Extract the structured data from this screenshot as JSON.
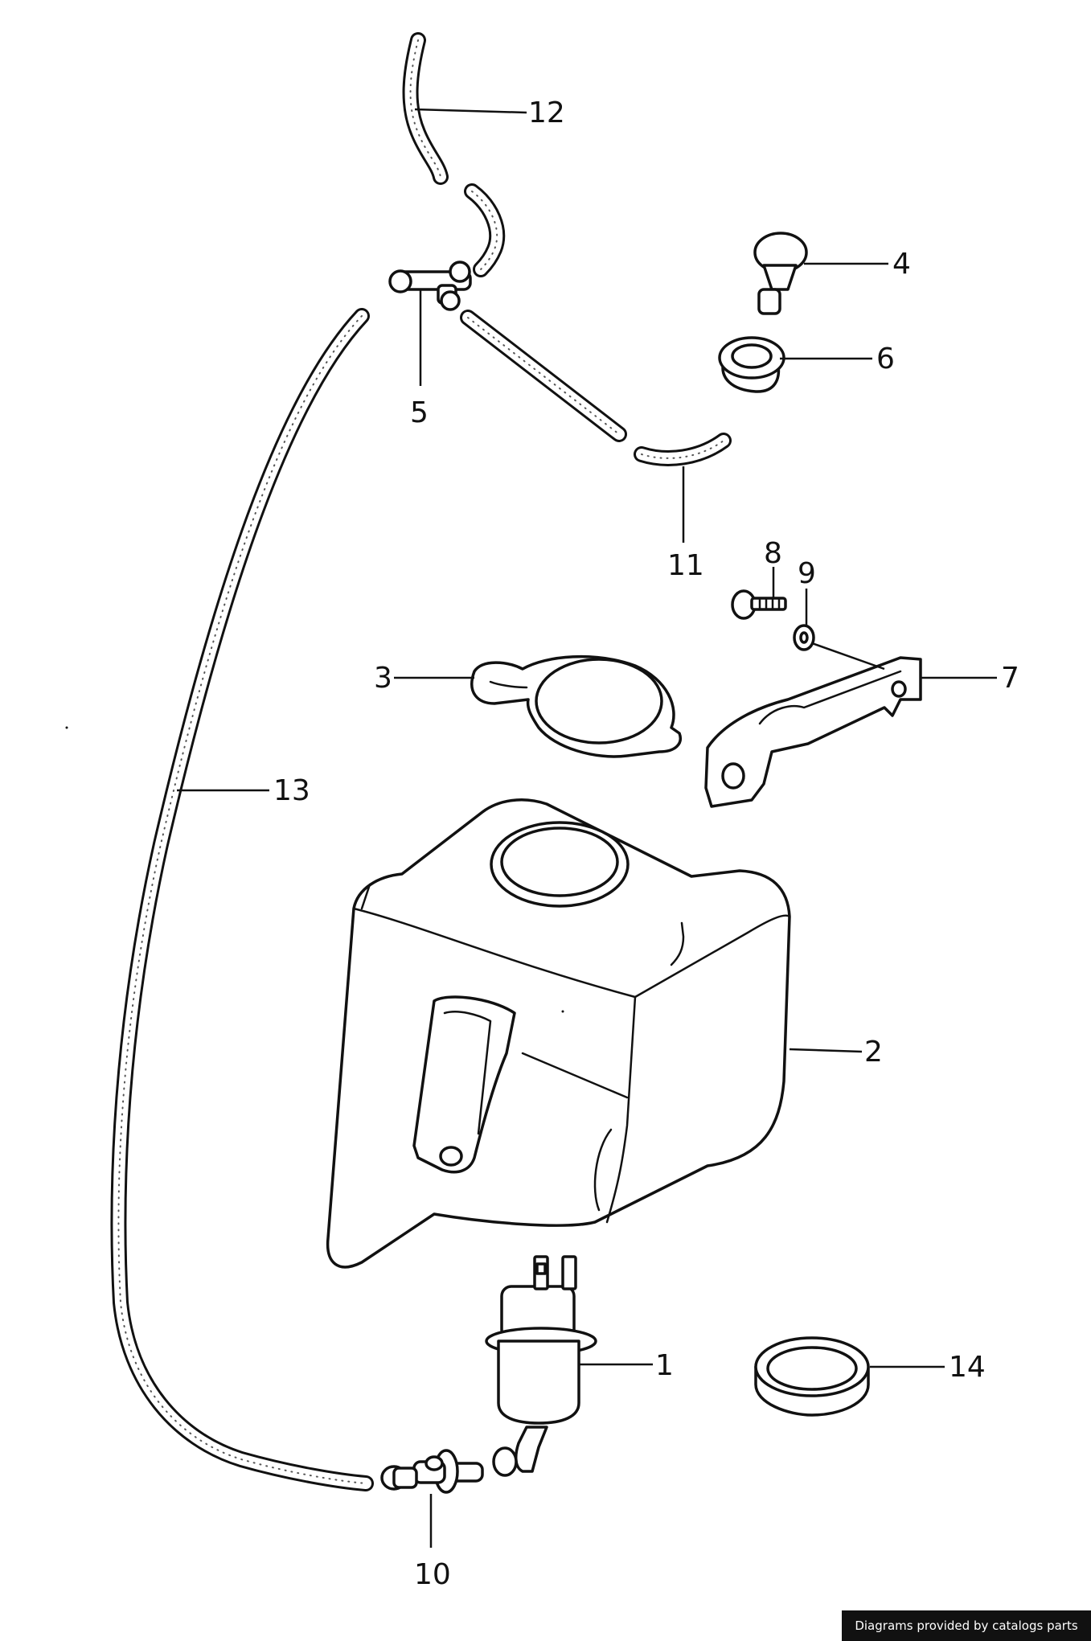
{
  "callouts": [
    {
      "id": "1",
      "label": "1"
    },
    {
      "id": "2",
      "label": "2"
    },
    {
      "id": "3",
      "label": "3"
    },
    {
      "id": "4",
      "label": "4"
    },
    {
      "id": "5",
      "label": "5"
    },
    {
      "id": "6",
      "label": "6"
    },
    {
      "id": "7",
      "label": "7"
    },
    {
      "id": "8",
      "label": "8"
    },
    {
      "id": "9",
      "label": "9"
    },
    {
      "id": "10",
      "label": "10"
    },
    {
      "id": "11",
      "label": "11"
    },
    {
      "id": "12",
      "label": "12"
    },
    {
      "id": "13",
      "label": "13"
    },
    {
      "id": "14",
      "label": "14"
    }
  ],
  "footer": {
    "credit": "Diagrams provided by catalogs parts"
  }
}
